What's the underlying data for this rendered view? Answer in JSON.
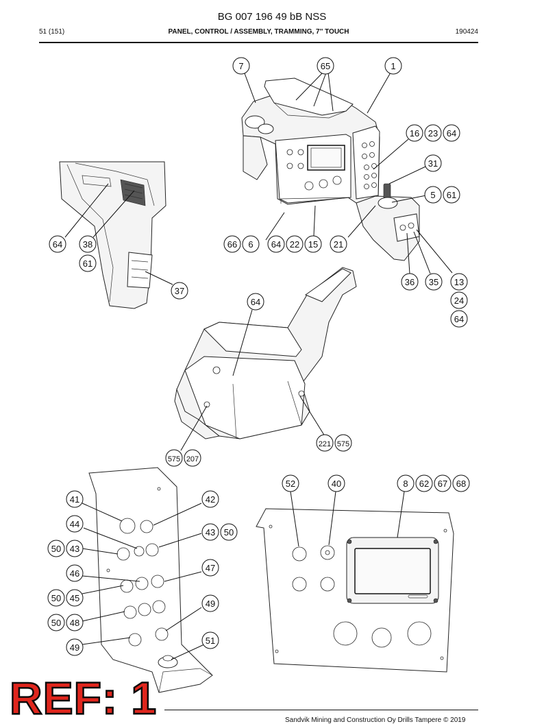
{
  "header": {
    "doc_number": "BG 007 196 49 bB NSS",
    "page_count": "51 (151)",
    "section_title": "PANEL, CONTROL / ASSEMBLY, TRAMMING, 7'' TOUCH",
    "date": "190424"
  },
  "callouts": {
    "c7": "7",
    "c65": "65",
    "c1": "1",
    "c16": "16",
    "c23": "23",
    "c64a": "64",
    "c31": "31",
    "c5": "5",
    "c61a": "61",
    "c64b": "64",
    "c38": "38",
    "c61b": "61",
    "c66": "66",
    "c6": "6",
    "c64c": "64",
    "c22": "22",
    "c15": "15",
    "c21": "21",
    "c36": "36",
    "c35": "35",
    "c13": "13",
    "c24": "24",
    "c64d": "64",
    "c37": "37",
    "c64e": "64",
    "c221": "221",
    "c575a": "575",
    "c575b": "575",
    "c207": "207",
    "c52": "52",
    "c40": "40",
    "c8": "8",
    "c62": "62",
    "c67": "67",
    "c68": "68",
    "c41": "41",
    "c42": "42",
    "c44": "44",
    "c43a": "43",
    "c50a": "50",
    "c50b": "50",
    "c43b": "43",
    "c46": "46",
    "c47": "47",
    "c50c": "50",
    "c45": "45",
    "c49a": "49",
    "c50d": "50",
    "c48": "48",
    "c49b": "49",
    "c51": "51"
  },
  "stamp": {
    "text": "REF: 1",
    "color": "#e0261d"
  },
  "footer": {
    "text": "Sandvik Mining and Construction Oy Drills Tampere © 2019"
  }
}
